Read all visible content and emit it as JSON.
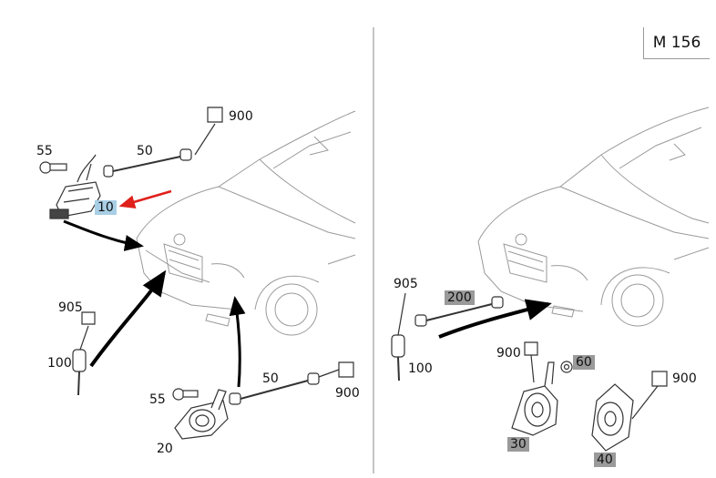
{
  "model": "M 156",
  "left_panel": {
    "callouts": {
      "c55_top": "55",
      "c50_top": "50",
      "c900_top": "900",
      "c10": "10",
      "c905": "905",
      "c100": "100",
      "c55_bottom": "55",
      "c50_bottom": "50",
      "c900_bottom": "900",
      "c20": "20"
    }
  },
  "right_panel": {
    "callouts": {
      "c905": "905",
      "c200": "200",
      "c100": "100",
      "c900_mid": "900",
      "c60": "60",
      "c900_right": "900",
      "c30": "30",
      "c40": "40"
    }
  },
  "colors": {
    "highlight_selected": "#a9cfe6",
    "highlight_grey": "#9a9a9a",
    "pointer_arrow": "#e0201b",
    "line_art": "#333333",
    "car_outline": "#9a9a9a"
  }
}
